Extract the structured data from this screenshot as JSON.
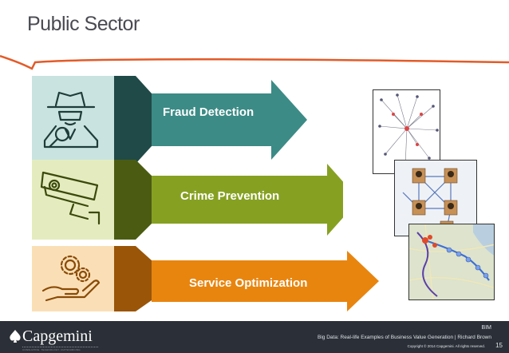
{
  "title": "Public Sector",
  "rows": [
    {
      "label": "Fraud Detection",
      "icon": "spy-magnifier-icon",
      "color": "#3c8b86",
      "dark": "#1f4a47",
      "light": "#c9e4e0"
    },
    {
      "label": "Crime Prevention",
      "icon": "security-camera-icon",
      "color": "#86a122",
      "dark": "#4b5c12",
      "light": "#e4ecbf"
    },
    {
      "label": "Service Optimization",
      "icon": "hand-gears-icon",
      "color": "#e8850f",
      "dark": "#9a5508",
      "light": "#fadfb6"
    }
  ],
  "thumbnails": {
    "network_graph": "network-graph-thumbnail",
    "suspects_graph": "suspect-link-chart-thumbnail",
    "route_map": "route-map-thumbnail"
  },
  "footer": {
    "brand": "Capgemini",
    "tagline": "CONSULTING. TECHNOLOGY. OUTSOURCING",
    "unit": "BIM",
    "subtitle": "Big Data: Real-life Examples of Business Value Generation | Richard Brown",
    "copyright": "Copyright © 2014 Capgemini. All rights reserved.",
    "page": "15"
  }
}
